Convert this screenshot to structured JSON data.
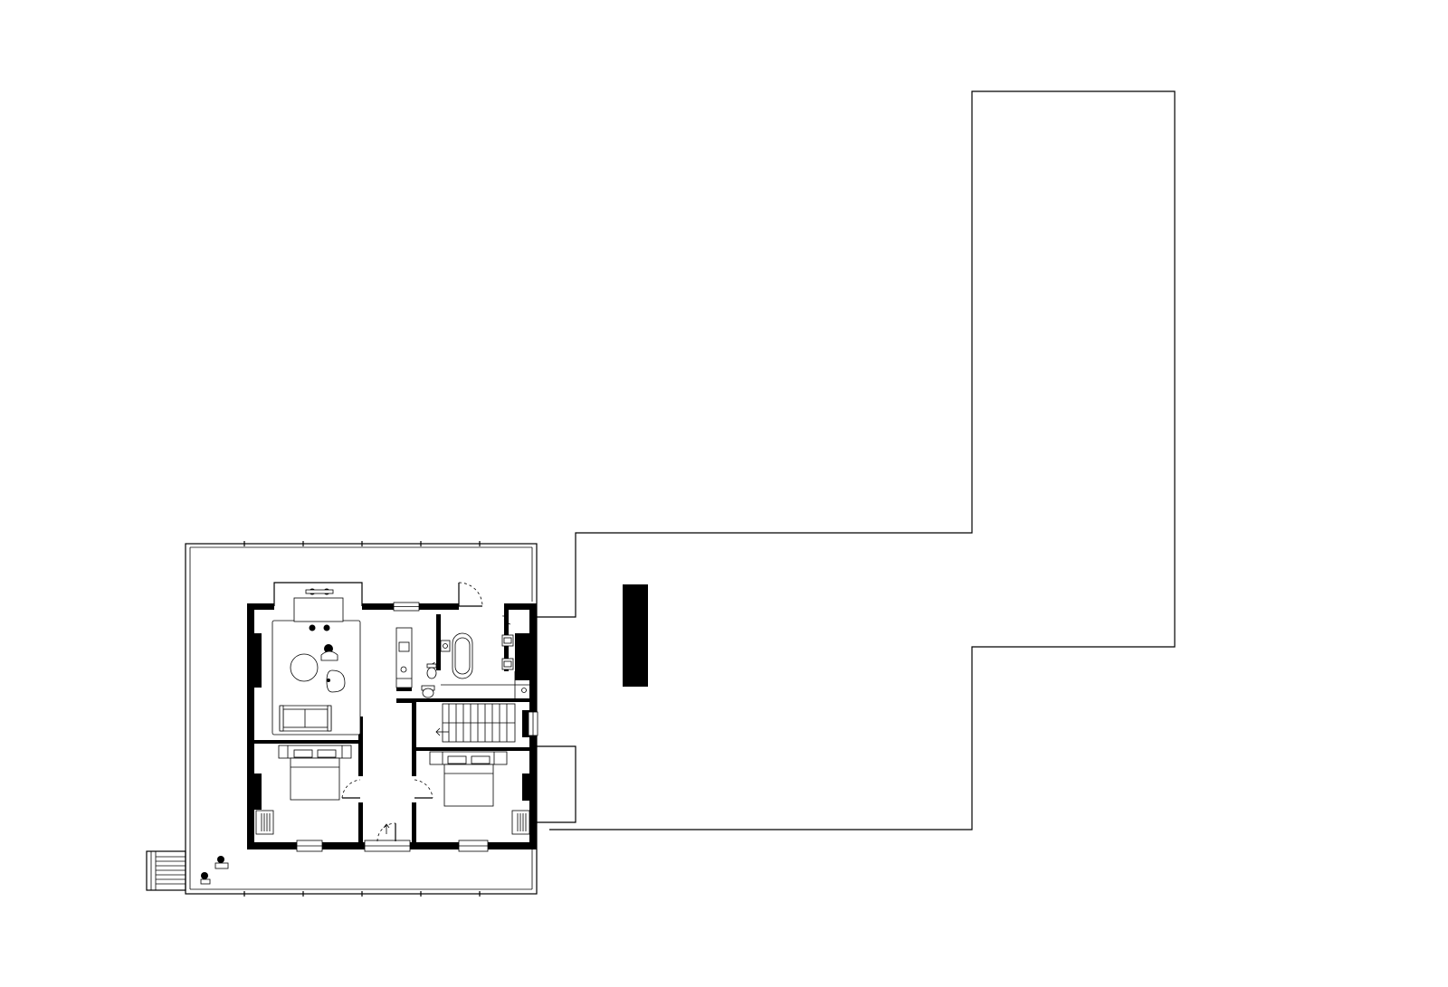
{
  "drawing": {
    "type": "floor-plan",
    "colors": {
      "background": "#ffffff",
      "line": "#000000"
    },
    "rooms": [
      "living-dining",
      "bathroom",
      "stair-hall",
      "bedroom-west",
      "bedroom-east",
      "corridor"
    ],
    "icons": [
      "sofa-icon",
      "dining-table-icon",
      "round-table-icon",
      "armchair-icon",
      "bathtub-icon",
      "toilet-icon",
      "sink-icon",
      "bed-icon",
      "radiator-icon",
      "staircase-icon",
      "person-icon"
    ]
  }
}
